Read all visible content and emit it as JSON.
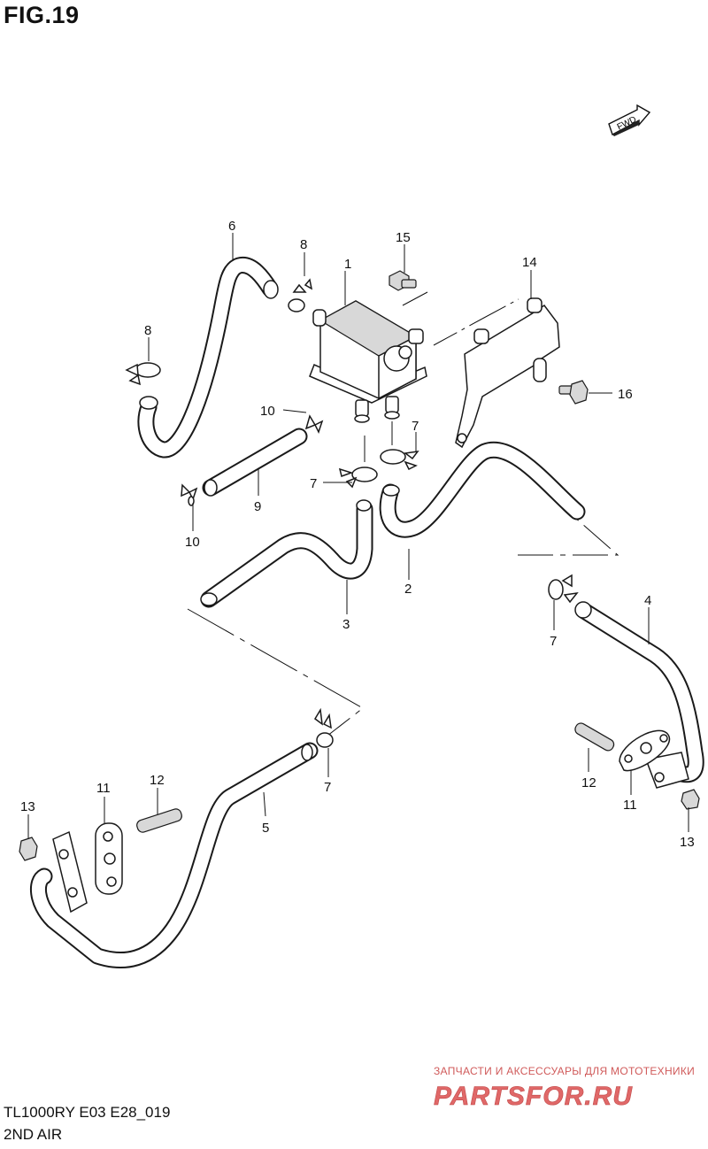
{
  "figure": {
    "title": "FIG.19",
    "model_code": "TL1000RY E03 E28_019",
    "section_name": "2ND AIR",
    "fwd_label": "FWD"
  },
  "callouts": [
    {
      "id": "c1",
      "label": "1"
    },
    {
      "id": "c2",
      "label": "2"
    },
    {
      "id": "c3",
      "label": "3"
    },
    {
      "id": "c4",
      "label": "4"
    },
    {
      "id": "c5",
      "label": "5"
    },
    {
      "id": "c6",
      "label": "6"
    },
    {
      "id": "c7a",
      "label": "7"
    },
    {
      "id": "c7b",
      "label": "7"
    },
    {
      "id": "c7c",
      "label": "7"
    },
    {
      "id": "c7d",
      "label": "7"
    },
    {
      "id": "c8a",
      "label": "8"
    },
    {
      "id": "c8b",
      "label": "8"
    },
    {
      "id": "c9",
      "label": "9"
    },
    {
      "id": "c10a",
      "label": "10"
    },
    {
      "id": "c10b",
      "label": "10"
    },
    {
      "id": "c11a",
      "label": "11"
    },
    {
      "id": "c11b",
      "label": "11"
    },
    {
      "id": "c12a",
      "label": "12"
    },
    {
      "id": "c12b",
      "label": "12"
    },
    {
      "id": "c13a",
      "label": "13"
    },
    {
      "id": "c13b",
      "label": "13"
    },
    {
      "id": "c14",
      "label": "14"
    },
    {
      "id": "c15",
      "label": "15"
    },
    {
      "id": "c16",
      "label": "16"
    }
  ],
  "watermark": {
    "tagline": "ЗАПЧАСТИ И АКСЕССУАРЫ ДЛЯ МОТОТЕХНИКИ",
    "logo_text": "PARTSFOR.RU",
    "color": "#d05a5a"
  }
}
